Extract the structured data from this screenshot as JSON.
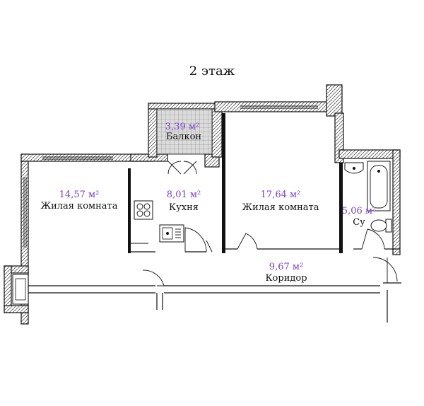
{
  "floor_title": "2 этаж",
  "rooms": [
    {
      "id": "balcony",
      "area": "3,39 м²",
      "name": "Балкон"
    },
    {
      "id": "living-room-left",
      "area": "14,57 м²",
      "name": "Жилая комната"
    },
    {
      "id": "kitchen",
      "area": "8,01 м²",
      "name": "Кухня"
    },
    {
      "id": "living-room-right",
      "area": "17,64 м²",
      "name": "Жилая комната"
    },
    {
      "id": "bathroom",
      "area": "5,06 м²",
      "name": "Су"
    },
    {
      "id": "corridor",
      "area": "9,67 м²",
      "name": "Коридор"
    }
  ],
  "colors": {
    "area_text": "#7a3fc6",
    "walls": "#111111",
    "balcony_fill": "#d8d8d8"
  }
}
